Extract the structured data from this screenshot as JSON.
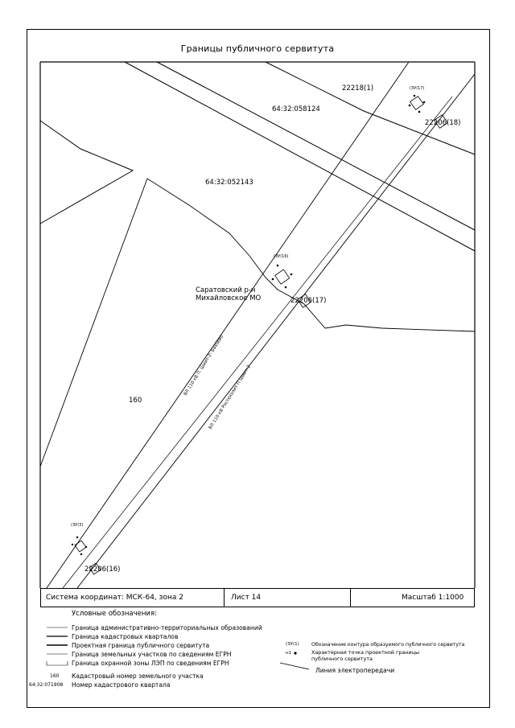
{
  "title": "Границы публичного сервитута",
  "map_labels": {
    "parcel_22218_1": "22218(1)",
    "quarter_058124": "64:32:058124",
    "parcel_22206_18": "22206(18)",
    "quarter_052143": "64:32:052143",
    "district_line1": "Саратовский р-н",
    "district_line2": "Михайловское МО",
    "parcel_22206_17": "22206(17)",
    "parcel_160": "160",
    "parcel_22206_16": "22206(16)",
    "line_label_1": "ВЛ 110 кВ П. Шиит-2- Бахоево",
    "line_label_2": "ВЛ 110 кВ Ростехэлит П Шиит-2",
    "contour_1": "(ЗУ(17)",
    "contour_2": "(ЗУ(16)",
    "contour_3": "(ЗУ(3)"
  },
  "info_bar": {
    "coordinates": "Система координат: МСК-64, зона 2",
    "sheet": "Лист 14",
    "scale": "Масштаб 1:1000"
  },
  "legend": {
    "heading": "Условные обозначения:",
    "items_left": [
      "Граница административно-территориальных образований",
      "Граница кадастровых кварталов",
      "Проектная граница публичного сервитута",
      "Граница земельных участков по сведениям ЕГРН",
      "Граница охранной зоны ЛЭП по сведениям ЕГРН",
      "Кадастровый номер земельного участка",
      "Номер кадастрового квартала"
    ],
    "sample_parcel": "160",
    "sample_quarter": "64:32:071908",
    "items_right": [
      "Обозначение контура образуемого публичного сервитута",
      "Характерная точка проектной границы публичного сервитута",
      "Линия электропередачи"
    ],
    "sample_contour": "(ЗУ(1)",
    "sample_point": "н1"
  }
}
